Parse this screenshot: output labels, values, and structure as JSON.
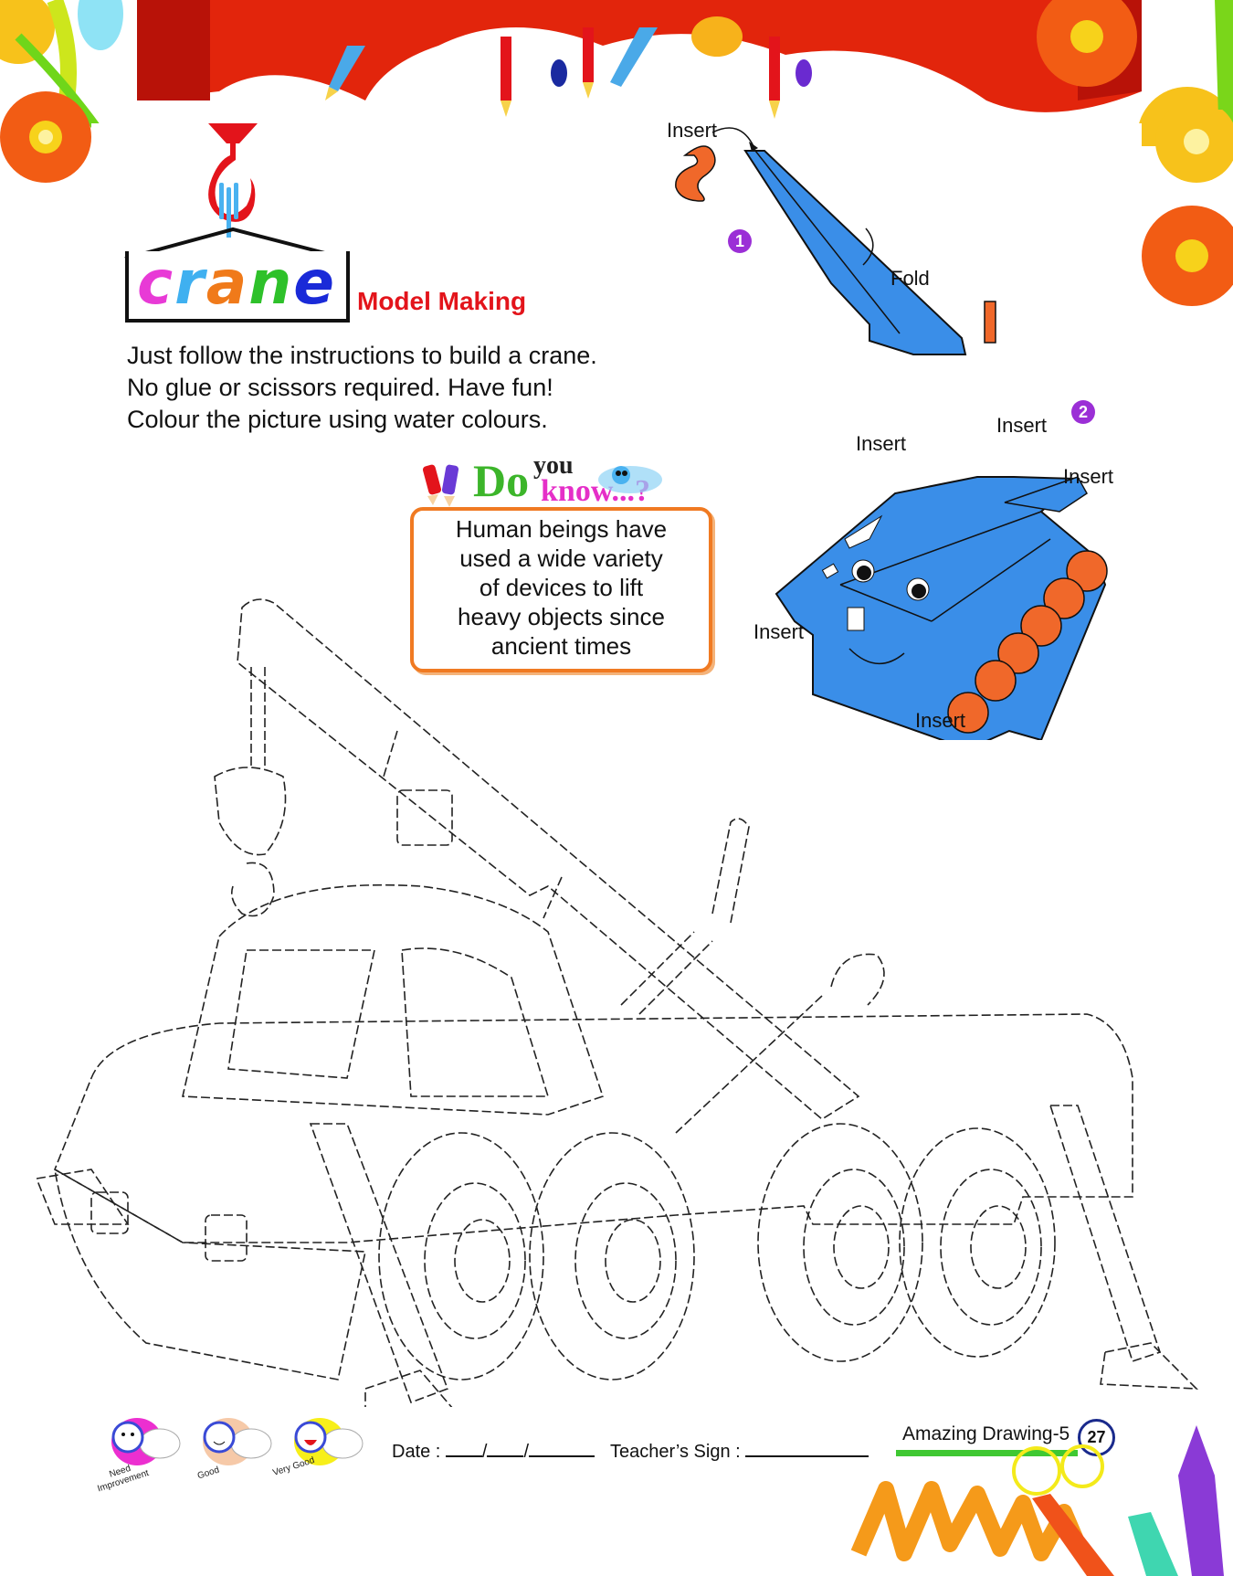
{
  "header": {
    "logo_word": "crane",
    "logo_letters": [
      {
        "char": "c",
        "color": "#e83ad6"
      },
      {
        "char": "r",
        "color": "#3fb0f0"
      },
      {
        "char": "a",
        "color": "#f07a1a"
      },
      {
        "char": "n",
        "color": "#2ec12a"
      },
      {
        "char": "e",
        "color": "#1a2ad8"
      }
    ],
    "subtitle": "Model Making"
  },
  "instructions": {
    "lines": [
      "Just follow the instructions to build a crane.",
      "No glue or scissors required. Have fun!",
      "Colour the picture using water colours."
    ]
  },
  "did_you_know": {
    "title_do": "Do",
    "title_you": "you",
    "title_know": "know...?",
    "lines": [
      "Human beings have",
      "used a wide variety",
      "of devices to lift",
      "heavy objects since",
      "ancient times"
    ],
    "border_color": "#f07a22"
  },
  "model_diagram": {
    "labels": {
      "insert_hook": "Insert",
      "fold": "Fold",
      "insert_boom": "Insert",
      "insert_pin": "Insert",
      "insert_right": "Insert",
      "insert_left": "Insert",
      "insert_bottom": "Insert"
    },
    "steps": [
      "1",
      "2"
    ],
    "part_color": "#3a8ee8",
    "accent_color": "#f0682a"
  },
  "coloring_picture": {
    "subject": "crane truck outline (dashed)"
  },
  "footer": {
    "ratings": [
      {
        "label_line1": "Need",
        "label_line2": "Improvement",
        "color": "#ec2fd0"
      },
      {
        "label_line1": "Good",
        "label_line2": "",
        "color": "#f6c9a8"
      },
      {
        "label_line1": "Very Good",
        "label_line2": "",
        "color": "#f7ef1a"
      }
    ],
    "date_label": "Date :",
    "teacher_sign_label": "Teacher’s Sign :",
    "series_title": "Amazing Drawing-5",
    "page_number": "27"
  }
}
